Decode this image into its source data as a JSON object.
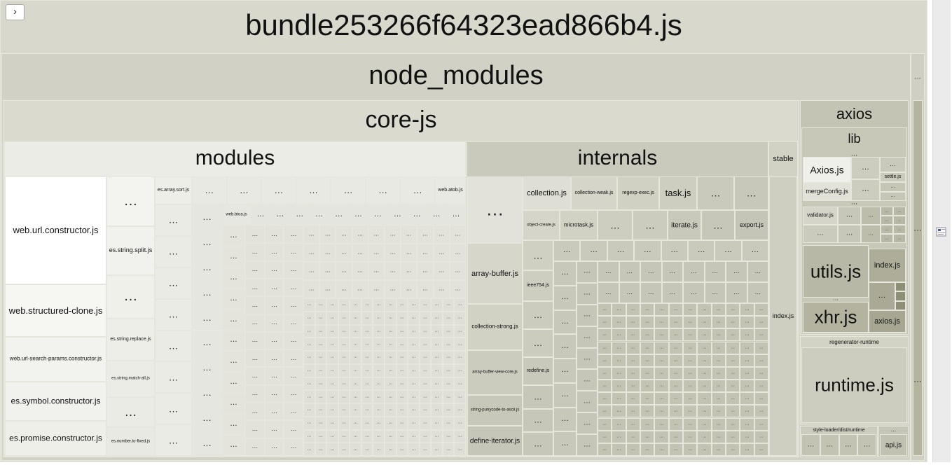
{
  "toolbar": {
    "toggle_icon": "›"
  },
  "bundle": {
    "title": "bundle253266f64323ead866b4.js"
  },
  "node_modules": {
    "title": "node_modules"
  },
  "core_js": {
    "title": "core-js",
    "modules": {
      "title": "modules",
      "items": {
        "web_url_constructor": "web.url.constructor.js",
        "web_structured_clone": "web.structured-clone.js",
        "web_url_search_params": "web.url-search-params.constructor.js",
        "es_symbol_constructor": "es.symbol.constructor.js",
        "es_promise_constructor": "es.promise.constructor.js",
        "es_string_split": "es.string.split.js",
        "es_string_replace": "es.string.replace.js",
        "es_string_match_all": "es.string.match-all.js",
        "es_number_to_fixed": "es.number.to-fixed.js",
        "es_array_sort": "es.array.sort.js",
        "web_atob": "web.atob.js",
        "web_btoa": "web.btoa.js"
      }
    },
    "internals": {
      "title": "internals",
      "items": {
        "collection": "collection.js",
        "collection_weak": "collection-weak.js",
        "regexp_exec": "regexp-exec.js",
        "task": "task.js",
        "object_create": "object-create.js",
        "microtask": "microtask.js",
        "iterate": "iterate.js",
        "export": "export.js",
        "array_buffer": "array-buffer.js",
        "ieee754": "ieee754.js",
        "collection_strong": "collection-strong.js",
        "redefine": "redefine.js",
        "array_buffer_view_core": "array-buffer-view-core.js",
        "string_punycode": "string-punycode-to-ascii.js",
        "define_iterator": "define-iterator.js"
      }
    },
    "stable": {
      "title": "stable",
      "index": "index.js"
    }
  },
  "axios": {
    "title": "axios",
    "lib": {
      "title": "lib",
      "items": {
        "axios": "Axios.js",
        "merge_config": "mergeConfig.js",
        "settle": "settle.js",
        "validator": "validator.js",
        "utils": "utils.js",
        "xhr": "xhr.js",
        "index": "index.js",
        "axios_lib": "axios.js"
      }
    }
  },
  "regenerator": {
    "title": "regenerator-runtime",
    "runtime": "runtime.js"
  },
  "style_loader": {
    "title": "style-loader/dist/runtime",
    "api": "api.js"
  },
  "ellipsis": "…",
  "colors": {
    "bundle": "#d8d8cd",
    "node_modules": "#d1d1c5",
    "core_js": "#dadacf",
    "modules": "#ececE7",
    "internals": "#cacabc",
    "axios": "#c4c4b4",
    "regenerator": "#d2d2c5",
    "style_loader": "#cbcbbe"
  }
}
